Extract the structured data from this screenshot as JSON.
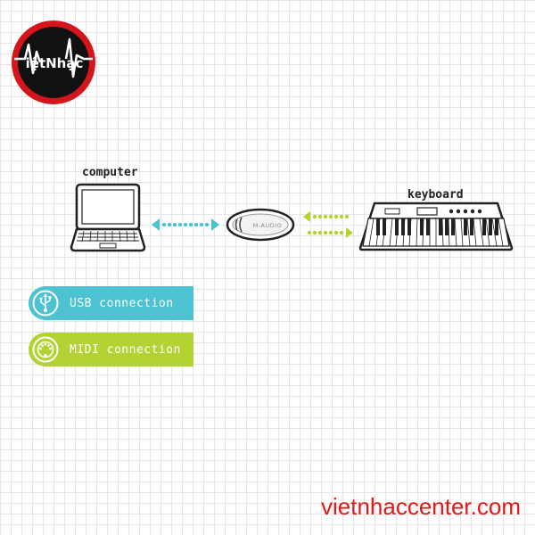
{
  "logo": {
    "text": "iệtNhạc",
    "colors": {
      "ring": "#d4161c",
      "inner": "#111111",
      "text": "#ffffff"
    }
  },
  "devices": {
    "computer": {
      "label": "computer",
      "icon": "laptop-icon"
    },
    "interface": {
      "label": "M-AUDIO",
      "icon": "midi-interface-icon"
    },
    "keyboard": {
      "label": "keyboard",
      "icon": "keyboard-icon"
    }
  },
  "legend": {
    "usb": {
      "label": "USB connection",
      "icon": "usb-icon",
      "color": "#4cc2d2"
    },
    "midi": {
      "label": "MIDI connection",
      "icon": "midi-plug-icon",
      "color": "#b3d233"
    }
  },
  "website": "vietnhaccenter.com",
  "colors": {
    "usb": "#4cc2d2",
    "midi": "#b3d233",
    "website": "#e31818",
    "grid": "#e6e6e6"
  }
}
